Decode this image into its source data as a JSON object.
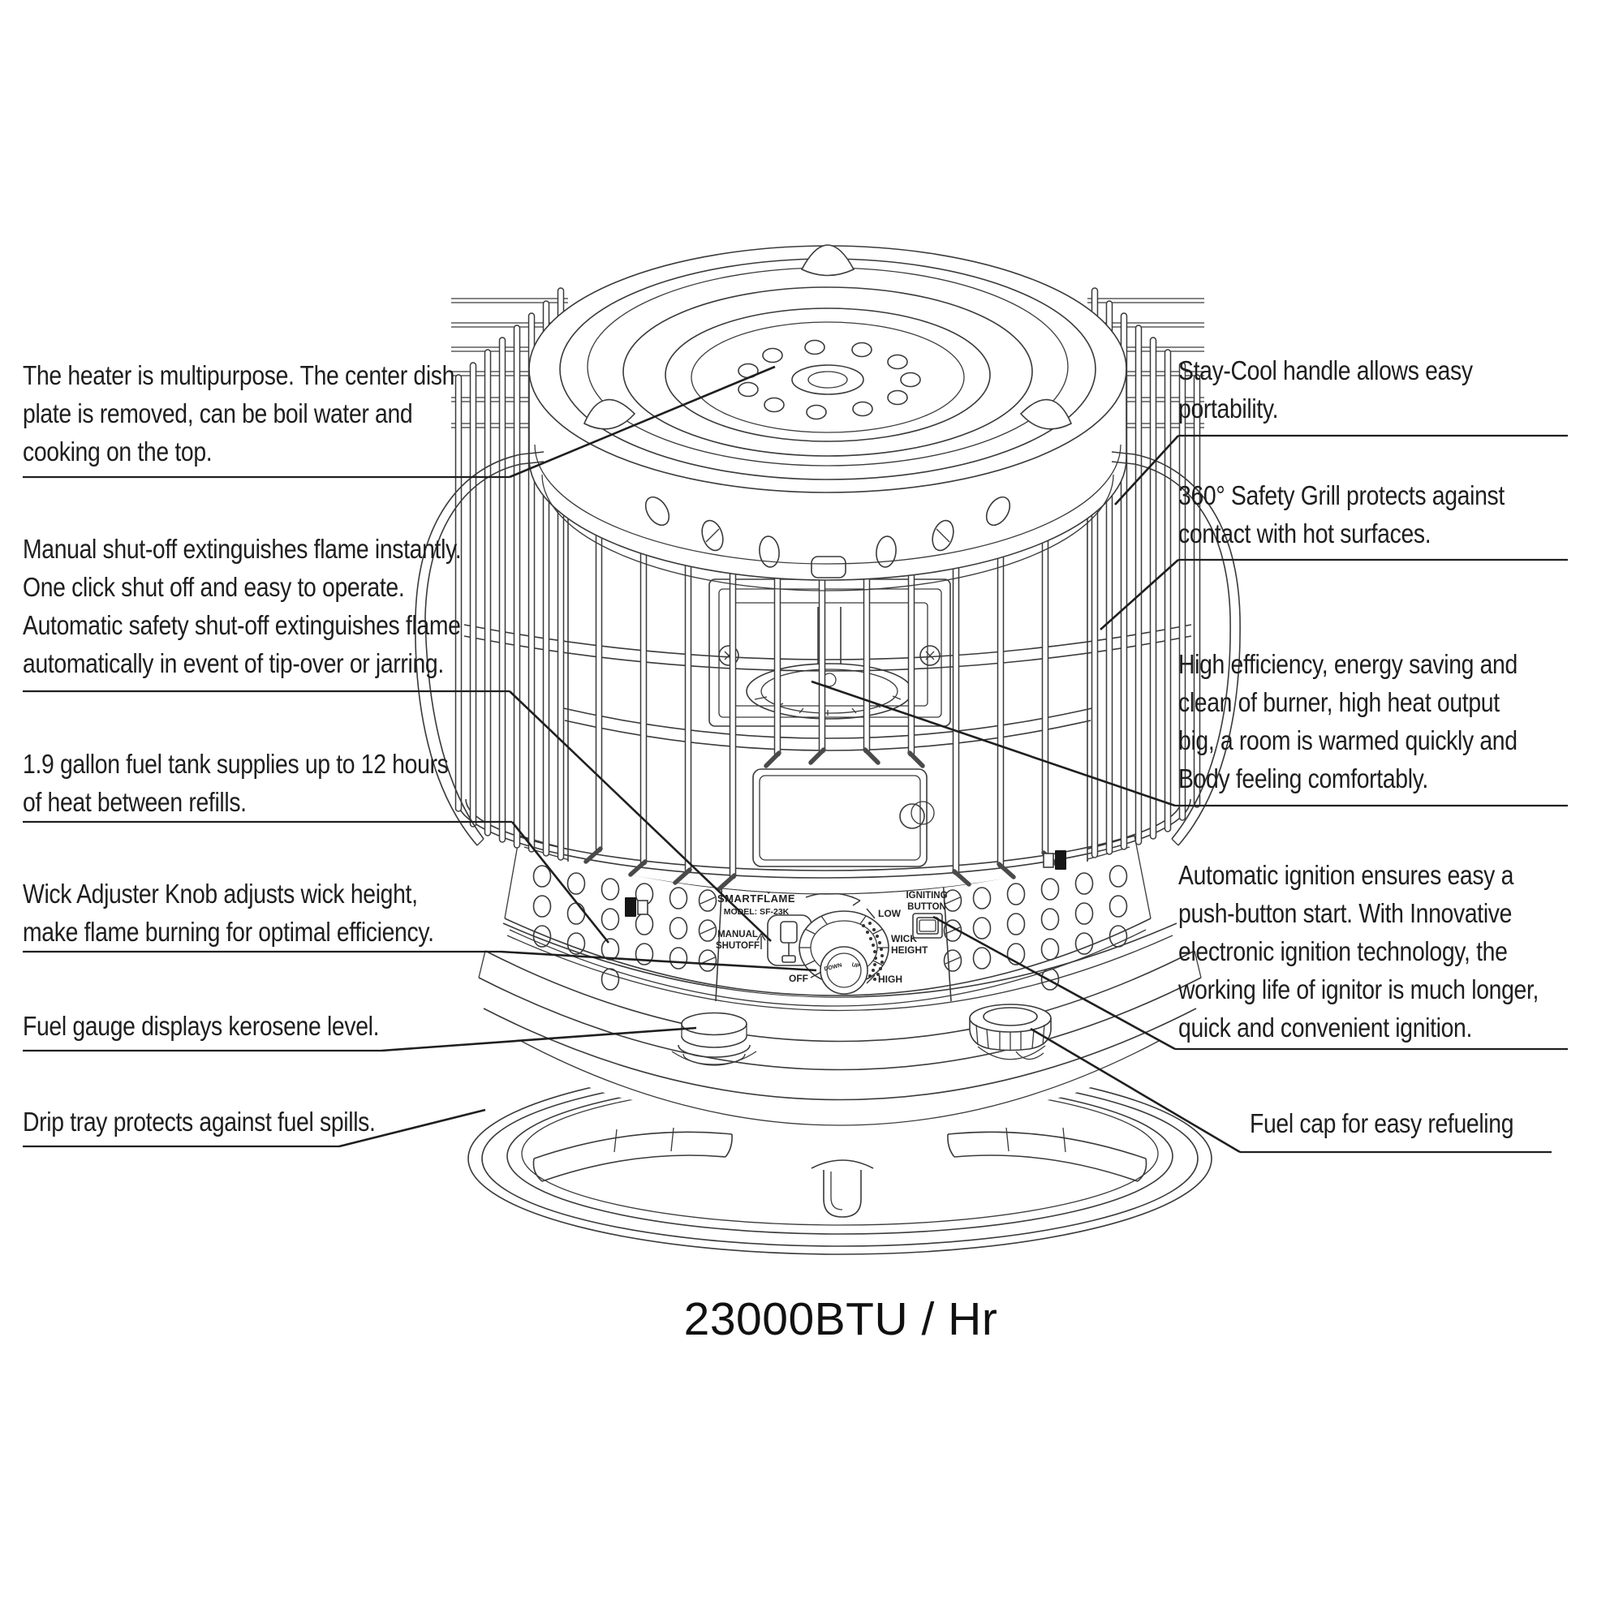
{
  "title": {
    "text": "23000BTU / Hr"
  },
  "callouts": {
    "left": [
      {
        "id": "multipurpose-top",
        "text": "The heater is multipurpose. The center dish\nplate is removed, can be boil water and\ncooking on the top."
      },
      {
        "id": "manual-shutoff",
        "text": "Manual shut-off extinguishes flame instantly.\nOne click shut off and easy to operate.\nAutomatic safety shut-off extinguishes flame\nautomatically in event of tip-over or jarring."
      },
      {
        "id": "fuel-tank",
        "text": "1.9 gallon fuel tank supplies up to 12 hours\nof heat between refills."
      },
      {
        "id": "wick-adjuster",
        "text": "Wick Adjuster Knob adjusts wick height,\nmake flame burning for optimal efficiency."
      },
      {
        "id": "fuel-gauge",
        "text": "Fuel gauge displays kerosene level."
      },
      {
        "id": "drip-tray",
        "text": "Drip tray protects against fuel spills."
      }
    ],
    "right": [
      {
        "id": "stay-cool-handle",
        "text": "Stay-Cool handle allows easy\nportability."
      },
      {
        "id": "safety-grill",
        "text": "360° Safety Grill protects against\ncontact with hot surfaces."
      },
      {
        "id": "high-efficiency",
        "text": "High efficiency, energy saving and\nclean of burner, high heat output\nbig, a room is warmed quickly and\nBody feeling comfortably."
      },
      {
        "id": "automatic-ignition",
        "text": "Automatic ignition ensures easy a\npush-button start. With Innovative\nelectronic ignition technology, the\nworking life of ignitor is much longer,\nquick and convenient ignition."
      },
      {
        "id": "fuel-cap",
        "text": "Fuel cap for easy refueling"
      }
    ]
  },
  "control_panel": {
    "brand": "SMARTFLAME",
    "model": "MODEL: SF-23K",
    "manual_shutoff_line1": "MANUAL",
    "manual_shutoff_line2": "SHUTOFF",
    "igniting_line1": "IGNITING",
    "igniting_line2": "BUTTON",
    "off": "OFF",
    "low": "LOW",
    "wick_line1": "WICK",
    "wick_line2": "HEIGHT",
    "high": "HIGH",
    "down": "DOWN",
    "up": "UP"
  }
}
